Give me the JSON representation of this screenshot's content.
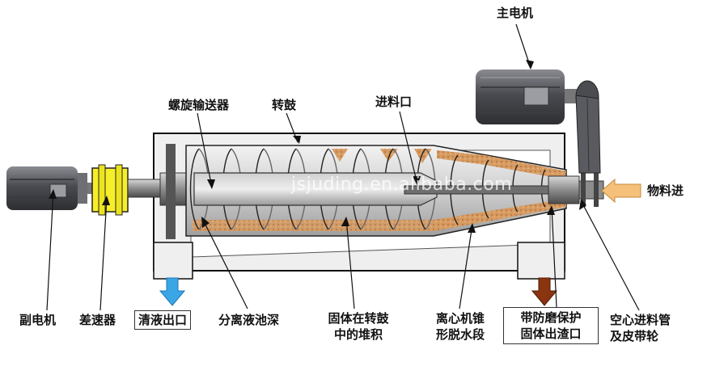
{
  "labels": {
    "main_motor": "主电机",
    "screw_conveyor": "螺旋输送器",
    "bowl": "转鼓",
    "feed_port": "进料口",
    "material_in": "物料进",
    "aux_motor": "副电机",
    "differential": "差速器",
    "clear_liquid_outlet": "清液出口",
    "pool_depth": "分离液池深",
    "solids_line1": "固体在转鼓",
    "solids_line2": "中的堆积",
    "cone_line1": "离心机锥",
    "cone_line2": "形脱水段",
    "discharge_line1": "带防磨保护",
    "discharge_line2": "固体出渣口",
    "hollow_line1": "空心进料管",
    "hollow_line2": "及皮带轮"
  },
  "watermark": "jsjuding.en.alibaba.com",
  "colors": {
    "outline": "#111111",
    "arrow_blue": "#3aa6e6",
    "arrow_brown": "#8a3410",
    "feed_arrow": "#f5c07a",
    "differential_yellow": "#f7ee2a",
    "sediment": "#d79a62",
    "motor": "#5c5c62"
  }
}
